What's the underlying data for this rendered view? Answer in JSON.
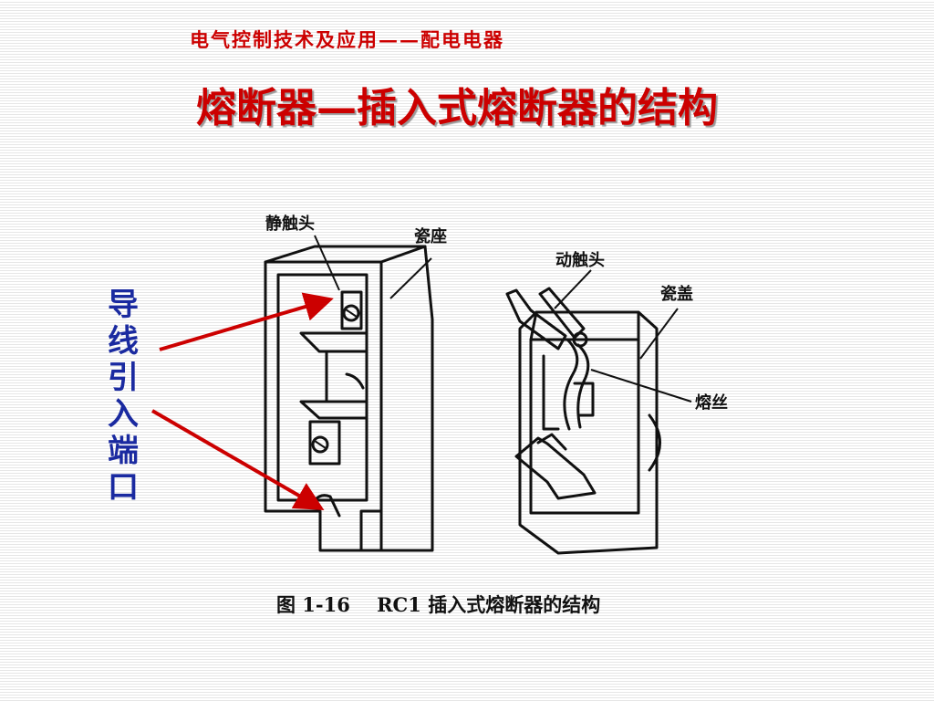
{
  "slide": {
    "header": "电气控制技术及应用——配电电器",
    "title": "熔断器—插入式熔断器的结构",
    "side_label": "导线引入端口"
  },
  "figure": {
    "labels": {
      "static_contact": "静触头",
      "porcelain_base": "瓷座",
      "moving_contact": "动触头",
      "porcelain_cover": "瓷盖",
      "fuse_wire": "熔丝"
    },
    "caption": "图 1-16    RC1 插入式熔断器的结构"
  },
  "colors": {
    "header": "#cc0000",
    "title": "#cc0000",
    "side_label": "#1a2aa0",
    "arrows": "#cc0000"
  }
}
